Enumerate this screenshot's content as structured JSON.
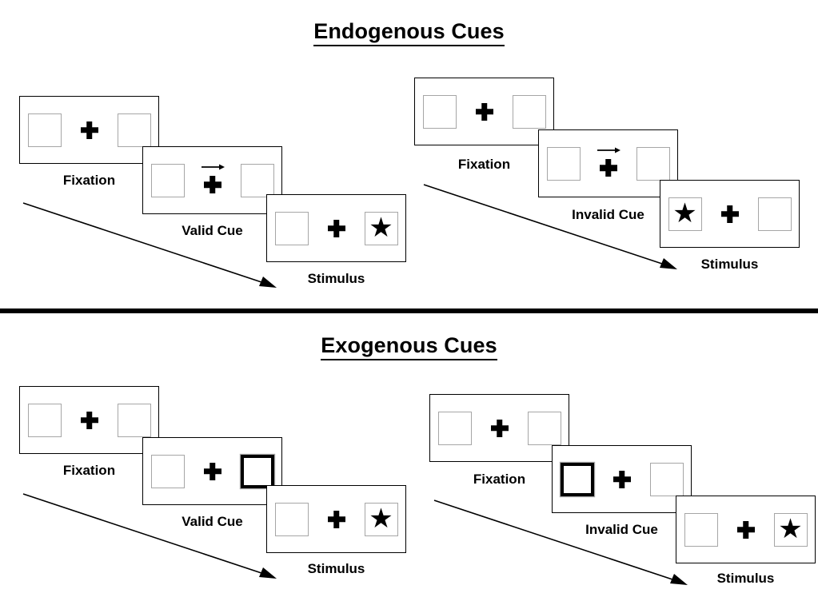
{
  "figure": {
    "sections": [
      {
        "id": "endogenous",
        "title": "Endogenous Cues",
        "conditions": [
          {
            "id": "endogenous-valid",
            "side": "left",
            "panels": [
              {
                "stage_label": "Fixation",
                "left_box": "empty",
                "right_box": "empty",
                "center": "plus",
                "cue": "none"
              },
              {
                "stage_label": "Valid Cue",
                "left_box": "empty",
                "right_box": "empty",
                "center": "plus-arrow",
                "cue": "arrow-right"
              },
              {
                "stage_label": "Stimulus",
                "left_box": "empty",
                "right_box": "star",
                "center": "plus",
                "cue": "none"
              }
            ]
          },
          {
            "id": "endogenous-invalid",
            "side": "right",
            "panels": [
              {
                "stage_label": "Fixation",
                "left_box": "empty",
                "right_box": "empty",
                "center": "plus",
                "cue": "none"
              },
              {
                "stage_label": "Invalid Cue",
                "left_box": "empty",
                "right_box": "empty",
                "center": "plus-arrow",
                "cue": "arrow-right"
              },
              {
                "stage_label": "Stimulus",
                "left_box": "star",
                "right_box": "empty",
                "center": "plus",
                "cue": "none"
              }
            ]
          }
        ]
      },
      {
        "id": "exogenous",
        "title": "Exogenous Cues",
        "conditions": [
          {
            "id": "exogenous-valid",
            "side": "left",
            "panels": [
              {
                "stage_label": "Fixation",
                "left_box": "empty",
                "right_box": "empty",
                "center": "plus",
                "cue": "none"
              },
              {
                "stage_label": "Valid Cue",
                "left_box": "empty",
                "right_box": "cued",
                "center": "plus",
                "cue": "box-flash-right"
              },
              {
                "stage_label": "Stimulus",
                "left_box": "empty",
                "right_box": "star",
                "center": "plus",
                "cue": "none"
              }
            ]
          },
          {
            "id": "exogenous-invalid",
            "side": "right",
            "panels": [
              {
                "stage_label": "Fixation",
                "left_box": "empty",
                "right_box": "empty",
                "center": "plus",
                "cue": "none"
              },
              {
                "stage_label": "Invalid Cue",
                "left_box": "cued",
                "right_box": "empty",
                "center": "plus",
                "cue": "box-flash-left"
              },
              {
                "stage_label": "Stimulus",
                "left_box": "empty",
                "right_box": "star",
                "center": "plus",
                "cue": "none"
              }
            ]
          }
        ]
      }
    ],
    "icons": {
      "star": "★",
      "fixation_cross": "plus-icon",
      "cue_arrow": "arrow-right-icon",
      "time_arrow": "time-flow-arrow-icon"
    },
    "colors": {
      "ink": "#000000",
      "box_border": "#a6a6a6",
      "panel_border": "#000000",
      "background": "#ffffff"
    }
  }
}
